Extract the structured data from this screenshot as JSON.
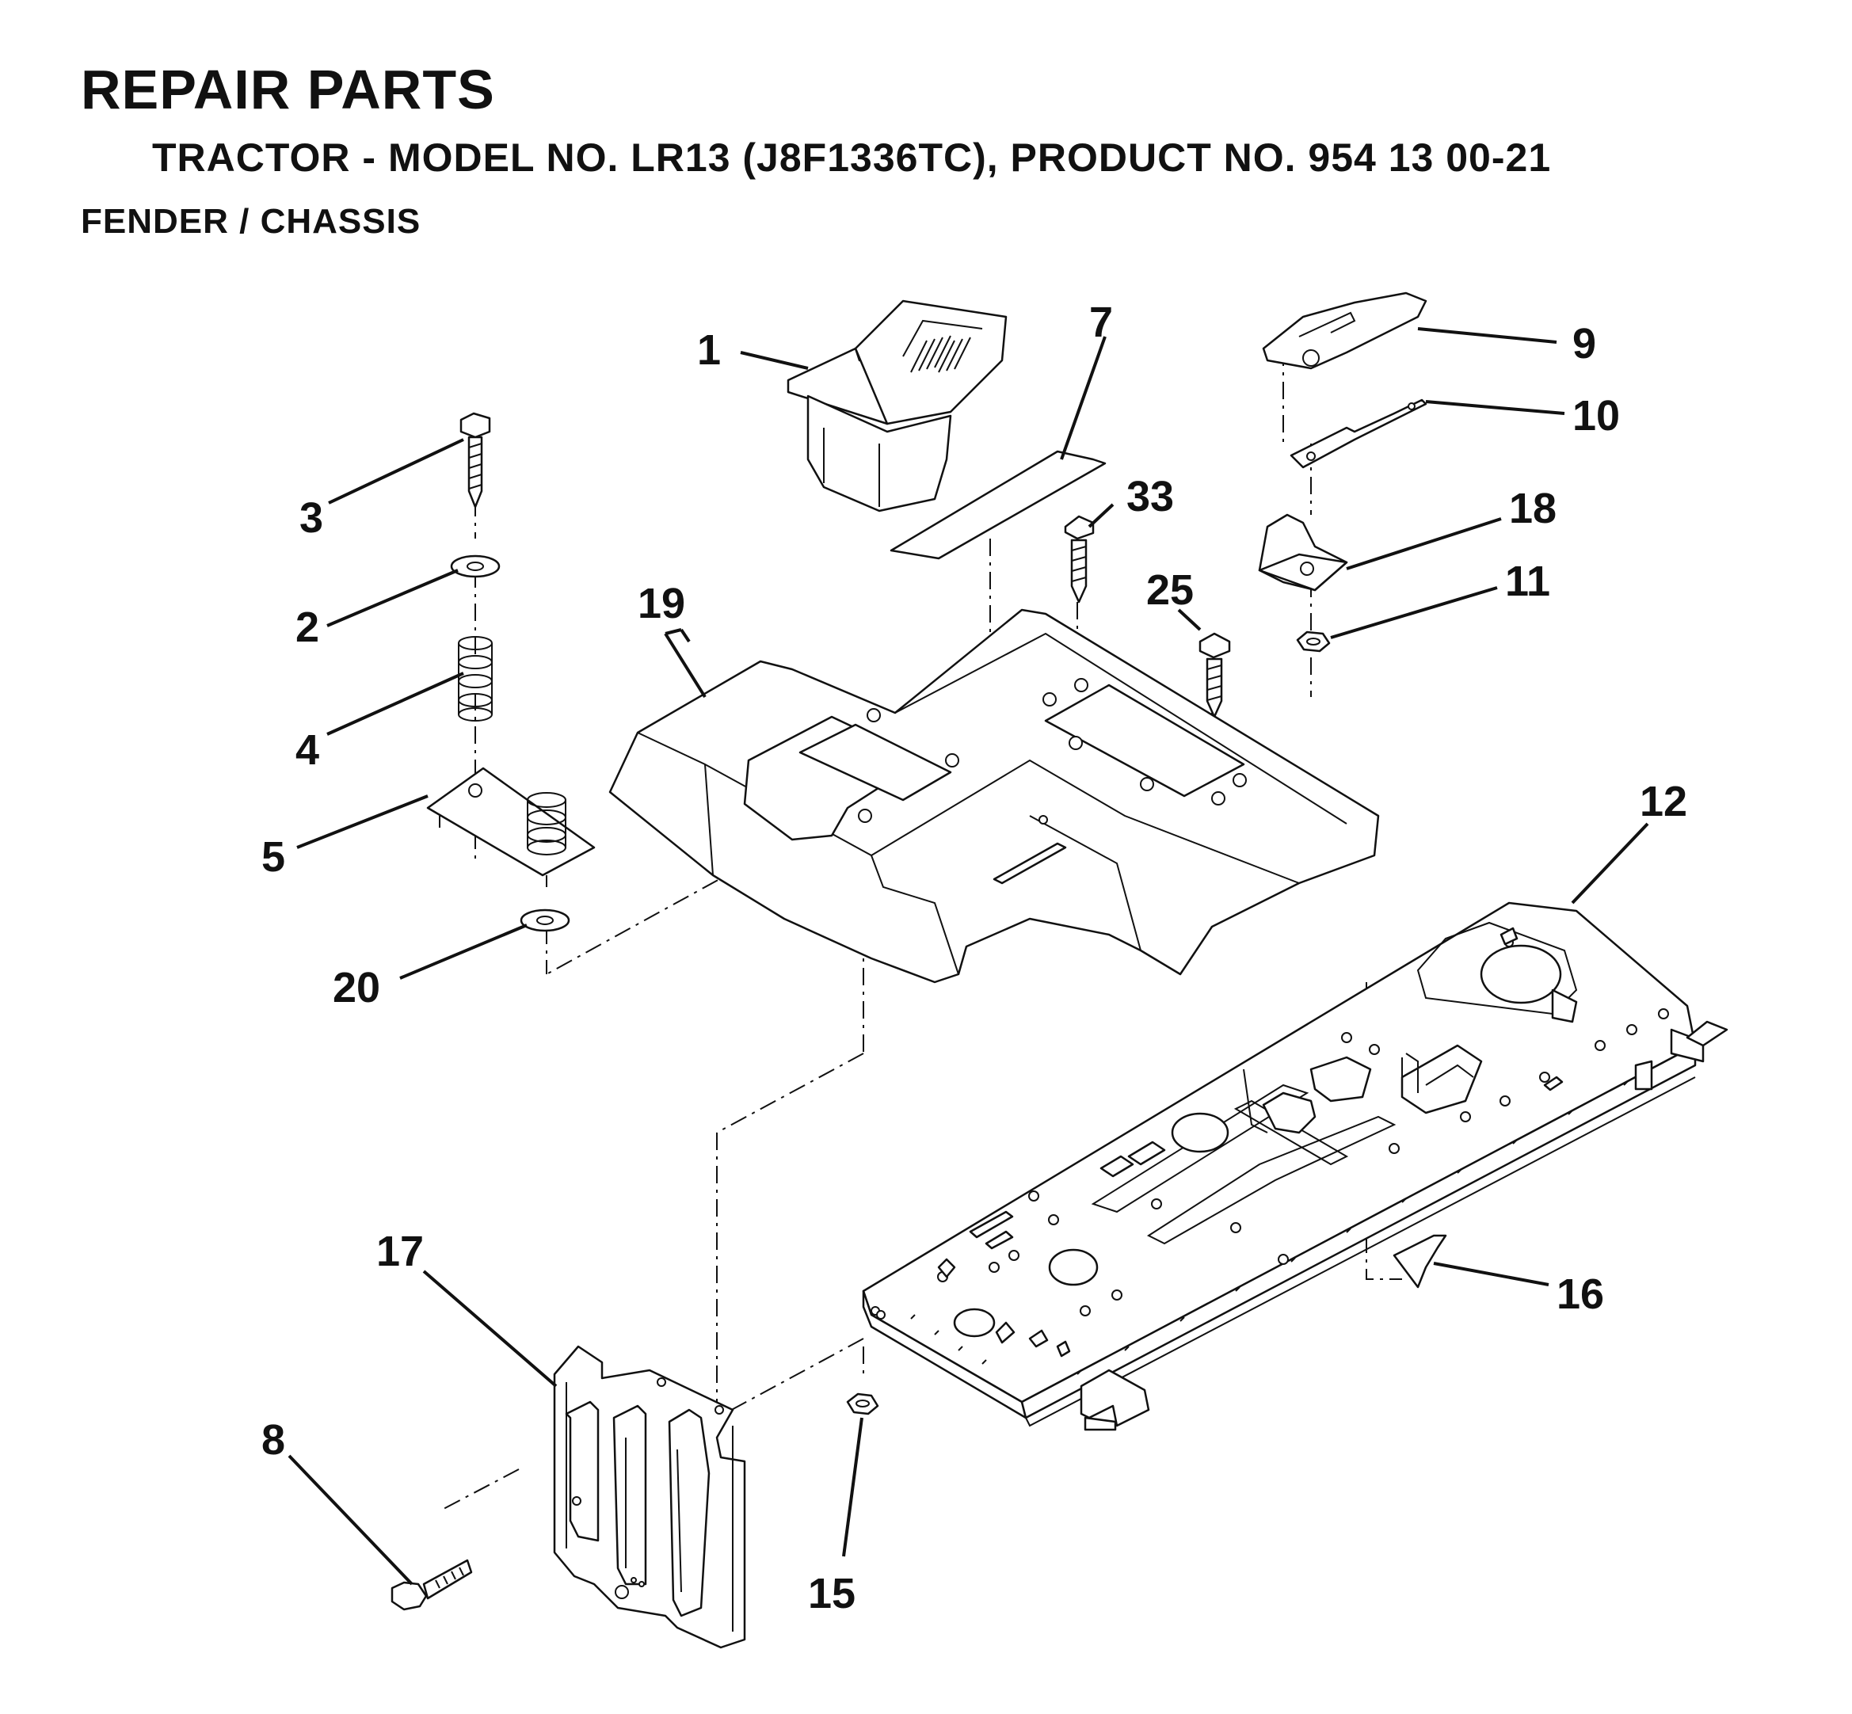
{
  "header": {
    "title": "REPAIR PARTS",
    "subtitle": "TRACTOR - MODEL NO. LR13 (J8F1336TC), PRODUCT NO. 954 13 00-21",
    "section": "FENDER / CHASSIS"
  },
  "callouts": [
    {
      "id": "c1",
      "label": "1"
    },
    {
      "id": "c2",
      "label": "2"
    },
    {
      "id": "c3",
      "label": "3"
    },
    {
      "id": "c4",
      "label": "4"
    },
    {
      "id": "c5",
      "label": "5"
    },
    {
      "id": "c7",
      "label": "7"
    },
    {
      "id": "c8",
      "label": "8"
    },
    {
      "id": "c9",
      "label": "9"
    },
    {
      "id": "c10",
      "label": "10"
    },
    {
      "id": "c11",
      "label": "11"
    },
    {
      "id": "c12",
      "label": "12"
    },
    {
      "id": "c15",
      "label": "15"
    },
    {
      "id": "c16",
      "label": "16"
    },
    {
      "id": "c17",
      "label": "17"
    },
    {
      "id": "c18",
      "label": "18"
    },
    {
      "id": "c19",
      "label": "19"
    },
    {
      "id": "c20",
      "label": "20"
    },
    {
      "id": "c25",
      "label": "25"
    },
    {
      "id": "c33",
      "label": "33"
    }
  ]
}
